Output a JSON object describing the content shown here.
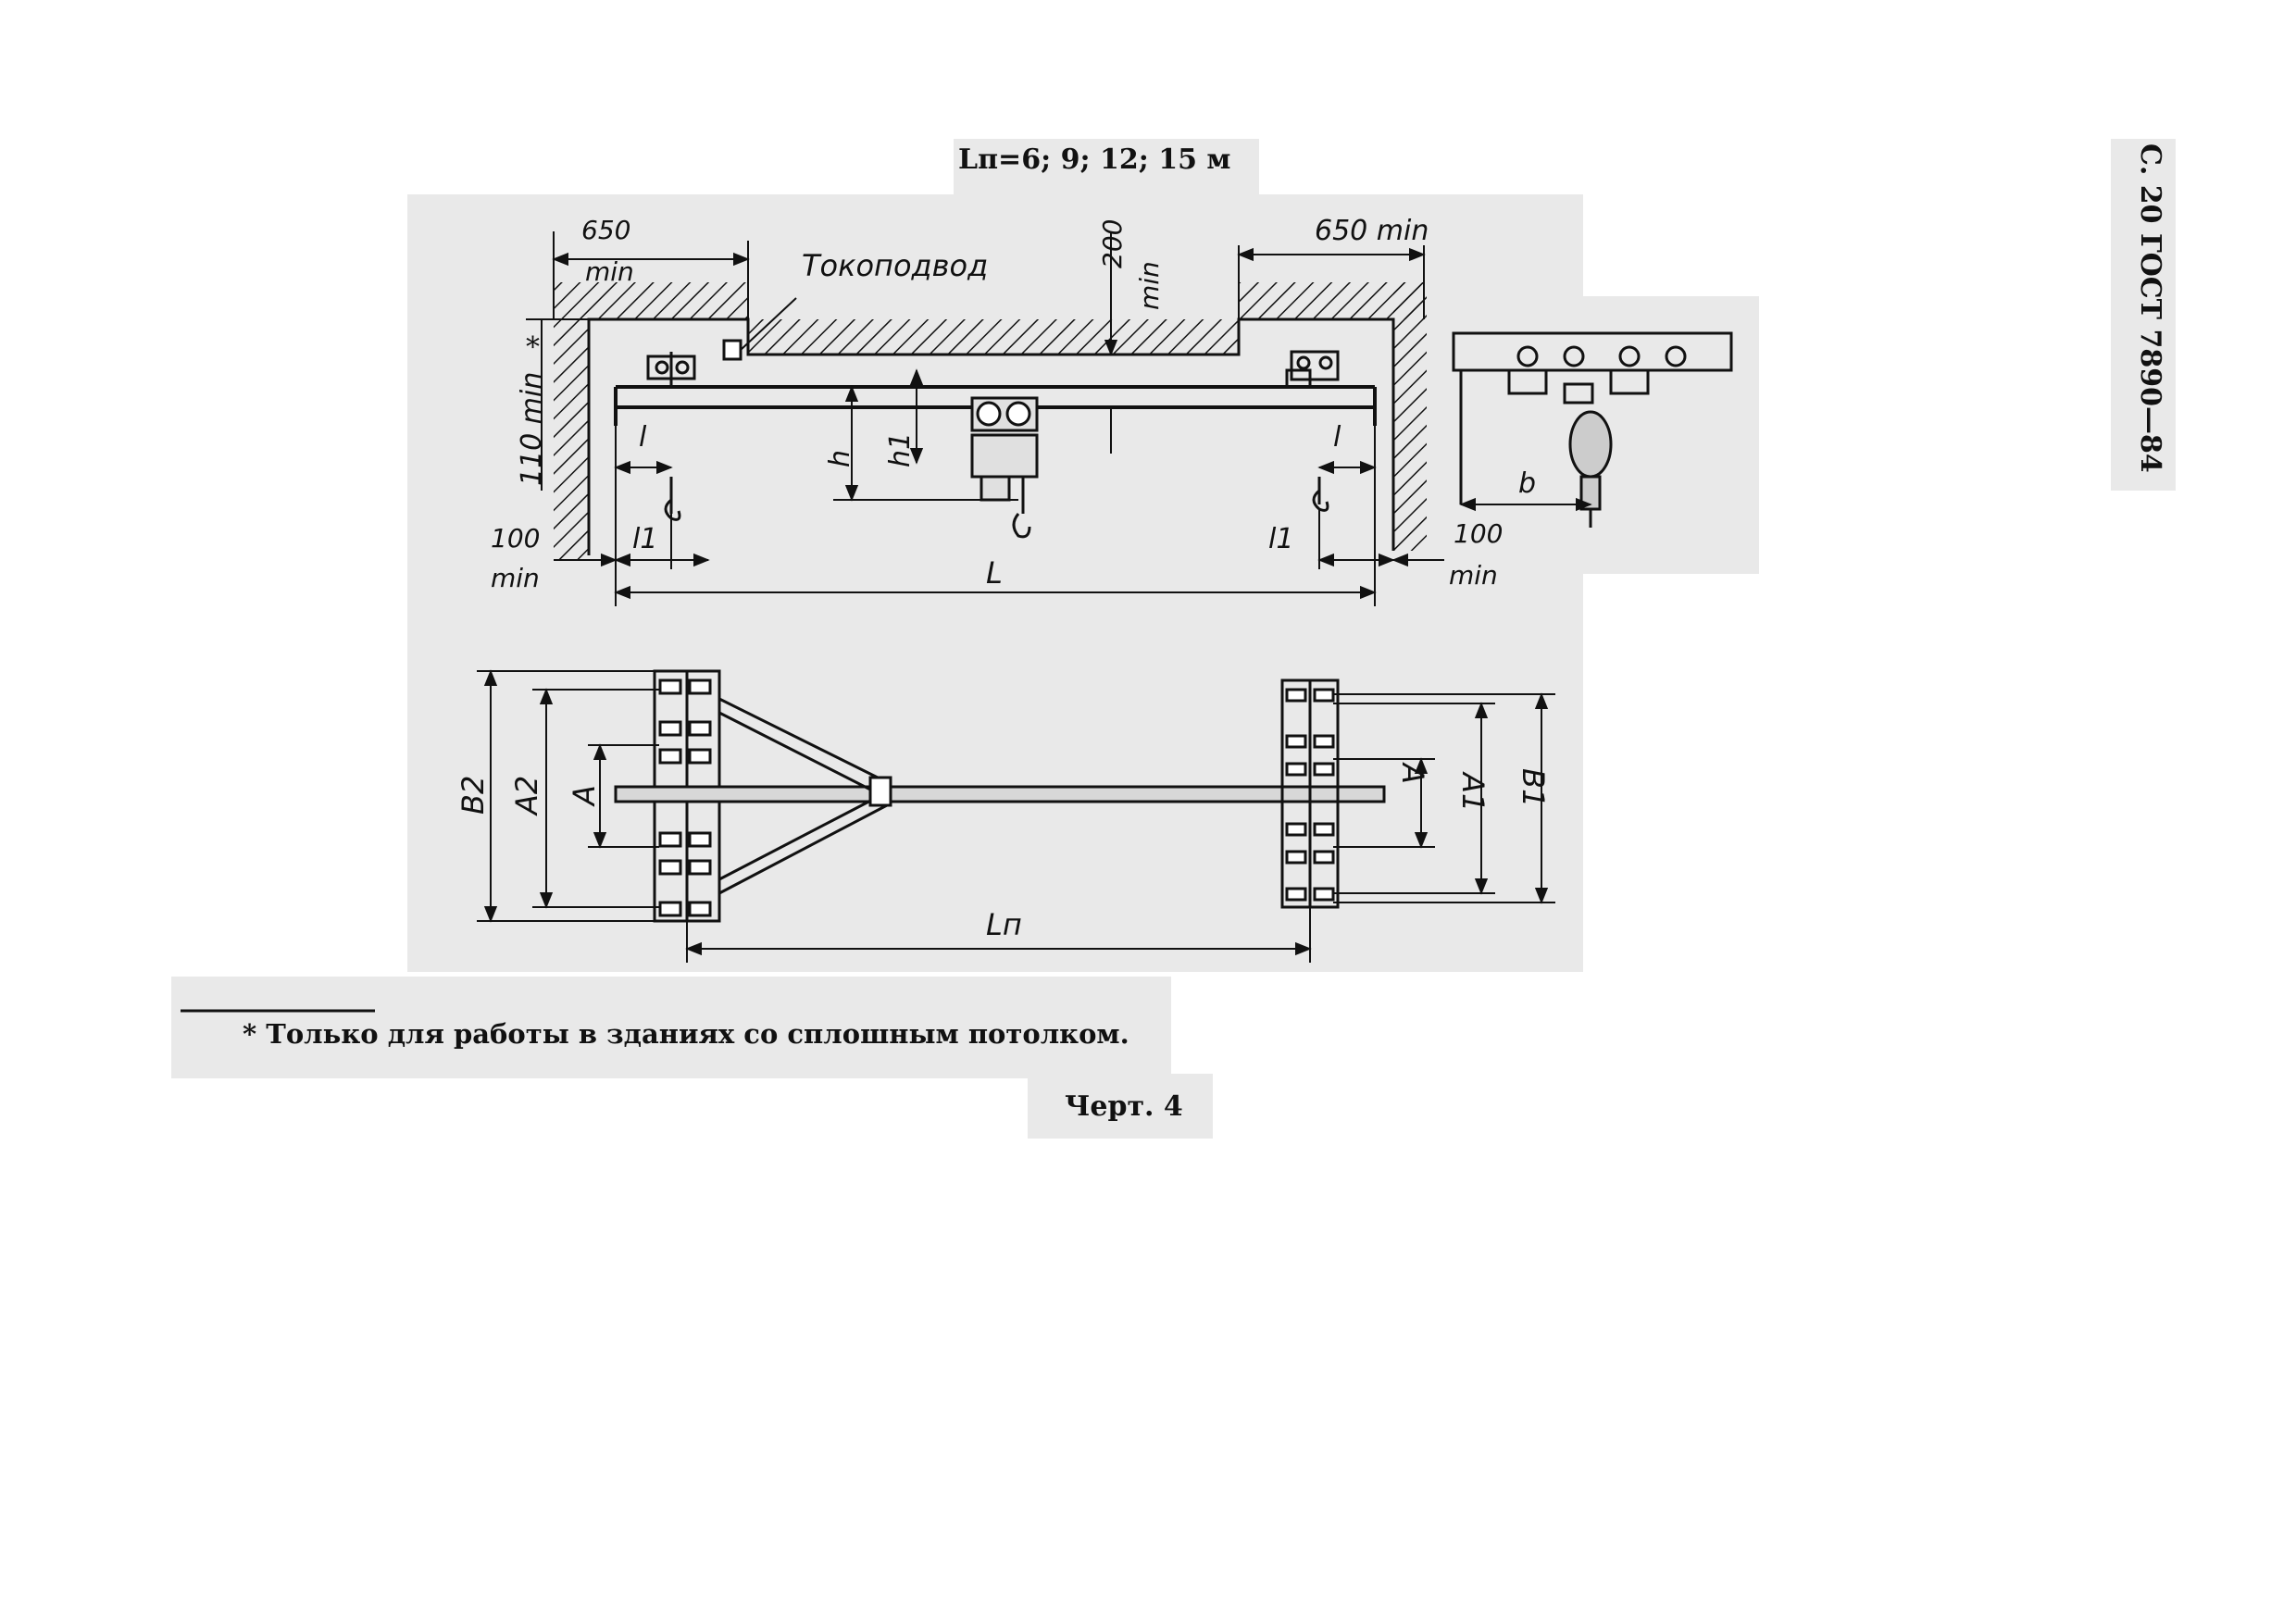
{
  "header": {
    "span_formula": "Lп=6; 9; 12; 15 м"
  },
  "side_label": "С. 20 ГОСТ 7890—84",
  "dims": {
    "top_left_650": "650",
    "top_left_min": "min",
    "top_right_650": "650 min",
    "tokopodvod": "Токоподвод",
    "d200": "200",
    "d200_min": "min",
    "left_110": "110 min",
    "asterisk": "*",
    "l_left": "l",
    "l_right": "l",
    "h": "h",
    "h1": "h1",
    "l1_left": "l1",
    "l1_right": "l1",
    "L": "L",
    "left_100": "100",
    "left_100_min": "min",
    "right_100": "100",
    "right_100_min": "min",
    "b": "b",
    "B2": "B2",
    "A2": "A2",
    "A_left": "A",
    "A_right": "A",
    "A1": "A1",
    "B1": "B1",
    "Ln": "Lп"
  },
  "footnote": "* Только для работы в зданиях со сплошным потолком.",
  "caption": "Черт. 4"
}
